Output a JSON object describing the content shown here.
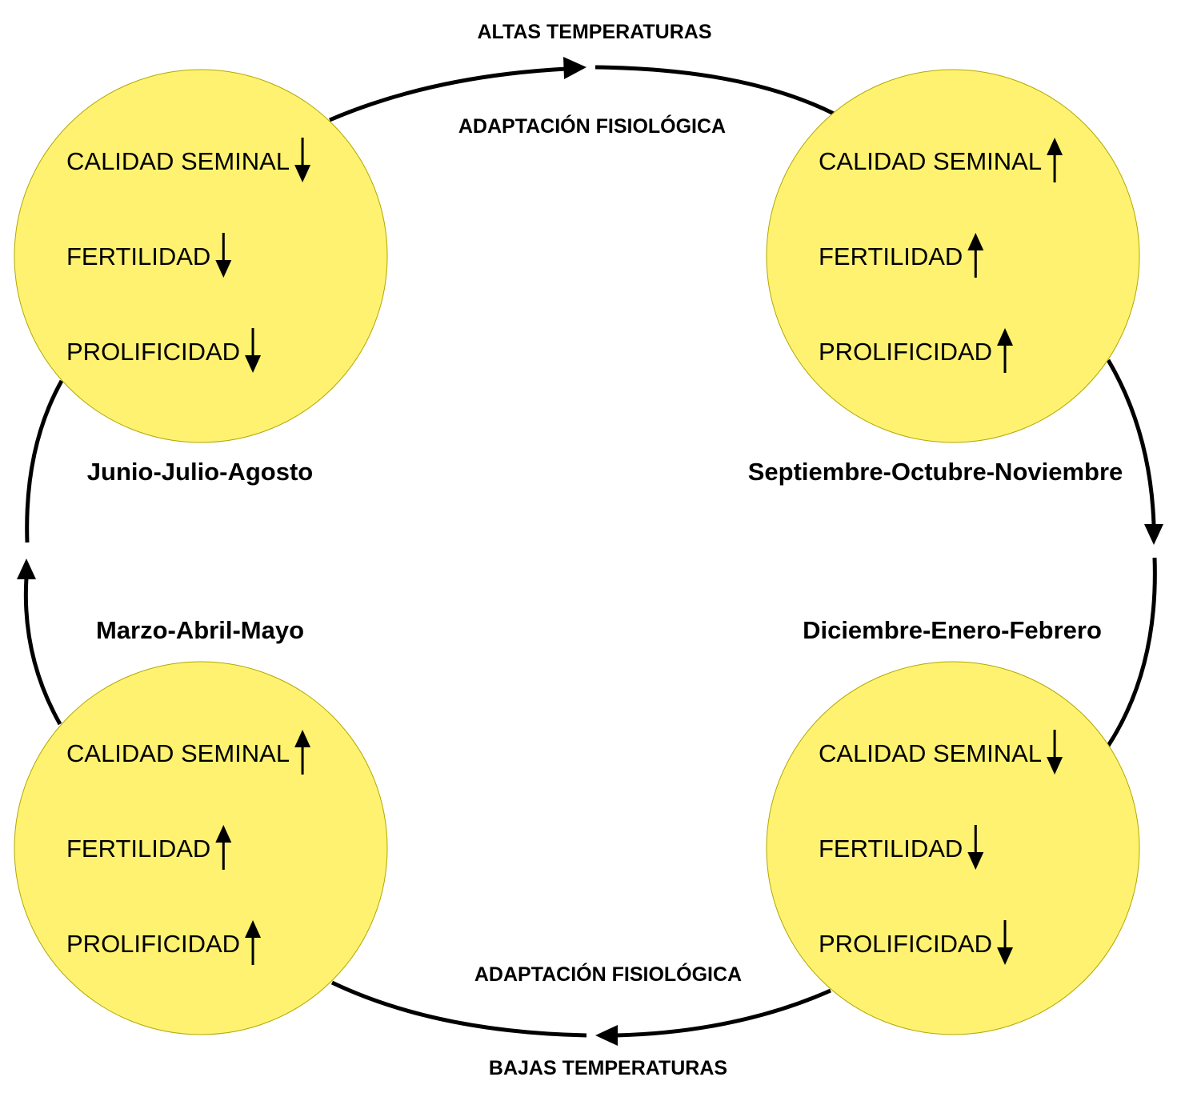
{
  "labels": {
    "top_temp": "ALTAS TEMPERATURAS",
    "top_adapt": "ADAPTACIÓN FISIOLÓGICA",
    "bottom_adapt": "ADAPTACIÓN FISIOLÓGICA",
    "bottom_temp": "BAJAS TEMPERATURAS"
  },
  "seasons": {
    "top_left": {
      "name": "Junio-Julio-Agosto",
      "items": [
        {
          "text": "CALIDAD SEMINAL",
          "trend": "down"
        },
        {
          "text": "FERTILIDAD",
          "trend": "down"
        },
        {
          "text": "PROLIFICIDAD",
          "trend": "down"
        }
      ]
    },
    "top_right": {
      "name": "Septiembre-Octubre-Noviembre",
      "items": [
        {
          "text": "CALIDAD SEMINAL",
          "trend": "up"
        },
        {
          "text": "FERTILIDAD",
          "trend": "up"
        },
        {
          "text": "PROLIFICIDAD",
          "trend": "up"
        }
      ]
    },
    "bottom_right": {
      "name": "Diciembre-Enero-Febrero",
      "items": [
        {
          "text": "CALIDAD SEMINAL",
          "trend": "down"
        },
        {
          "text": "FERTILIDAD",
          "trend": "down"
        },
        {
          "text": "PROLIFICIDAD",
          "trend": "down"
        }
      ]
    },
    "bottom_left": {
      "name": "Marzo-Abril-Mayo",
      "items": [
        {
          "text": "CALIDAD SEMINAL",
          "trend": "up"
        },
        {
          "text": "FERTILIDAD",
          "trend": "up"
        },
        {
          "text": "PROLIFICIDAD",
          "trend": "up"
        }
      ]
    }
  },
  "colors": {
    "circle_fill": "#fef270",
    "stroke": "#000000"
  },
  "icons": {
    "up": "arrow-up-icon",
    "down": "arrow-down-icon"
  }
}
